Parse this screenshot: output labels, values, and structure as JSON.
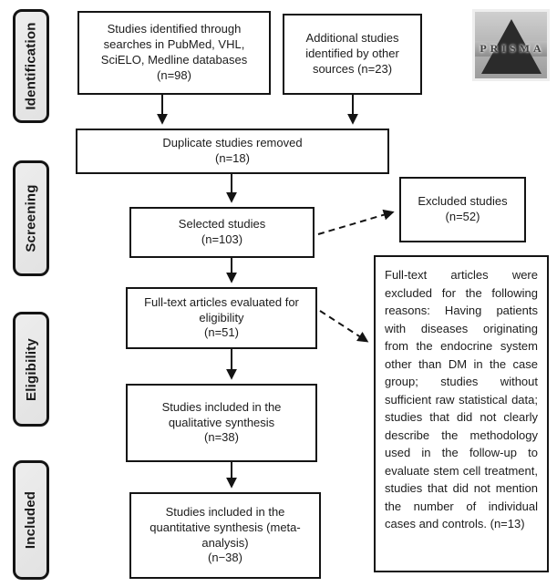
{
  "sidebar": {
    "items": [
      {
        "label": "Identification"
      },
      {
        "label": "Screening"
      },
      {
        "label": "Eligibility"
      },
      {
        "label": "Included"
      }
    ]
  },
  "flow": {
    "identified": {
      "label": "Studies identified through searches in PubMed, VHL, SciELO, Medline databases",
      "count": "(n=98)"
    },
    "additional": {
      "label": "Additional studies identified by other sources",
      "count": "(n=23)"
    },
    "duplicates": {
      "label": "Duplicate studies removed",
      "count": "(n=18)"
    },
    "selected": {
      "label": "Selected studies",
      "count": "(n=103)"
    },
    "excluded": {
      "label": "Excluded studies",
      "count": "(n=52)"
    },
    "fulltext": {
      "label": "Full-text articles evaluated for eligibility",
      "count": "(n=51)"
    },
    "qualitative": {
      "label": "Studies included in the qualitative synthesis",
      "count": "(n=38)"
    },
    "quantitative": {
      "label": "Studies included in the quantitative synthesis (meta-analysis)",
      "count": "(n−38)"
    },
    "reasons": {
      "text": "Full-text articles were excluded for the following reasons: Having patients with diseases originating from the endocrine system other than DM in the case group; studies without sufficient raw statistical data; studies that did not clearly describe the methodology used in the follow-up to evaluate stem cell treatment, studies that did not mention the number of individual cases and controls. (n=13)"
    }
  },
  "logo": {
    "text": "PRISMA"
  },
  "colors": {
    "border": "#141414",
    "stage_fill": "#e9e9e9",
    "logo_dark": "#2b2b2b"
  }
}
